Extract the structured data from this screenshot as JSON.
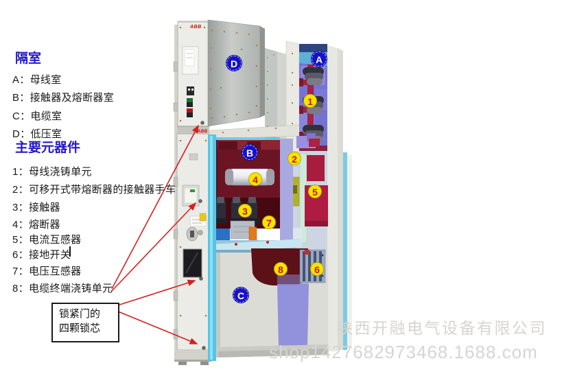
{
  "legend": {
    "section1_title": "隔室",
    "section1_items": [
      "A：母线室",
      "B：接触器及熔断器室",
      "C：电缆室",
      "D：低压室"
    ],
    "section2_title": "主要元器件",
    "section2_items": [
      "1：母线浇铸单元",
      "2：可移开式带熔断器的接触器手车",
      "3：接触器",
      "4：熔断器",
      "5：电流互感器",
      "6：接地开关",
      "7：电压互感器",
      "8：电缆终端浇铸单元"
    ],
    "lock_note_line1": "锁紧门的",
    "lock_note_line2": "四颗锁芯"
  },
  "diagram": {
    "brand": "ABB",
    "compartment_markers": [
      "A",
      "B",
      "C",
      "D"
    ],
    "component_markers": [
      "1",
      "2",
      "3",
      "4",
      "5",
      "6",
      "7",
      "8"
    ]
  },
  "watermark": {
    "company": "陕西开融电气设备有限公司",
    "shop_url": "shop1427682973468.1688.com"
  },
  "colors": {
    "heading_blue": "#2418c8",
    "marker_circle_blue": "#1712c8",
    "marker_circle_yellow": "#f3e503",
    "marker_number_red": "#d51000",
    "arrow_red": "#d42020",
    "brand_red": "#e00000",
    "door_highlight_cyan": "#54c6e6",
    "busbar_compartment_purple": "#7473d4",
    "fuse_compartment_maroon": "#6b1424",
    "cable_duct_purple": "#8b8bdc",
    "watermark_gray": "#d6d4d0"
  }
}
